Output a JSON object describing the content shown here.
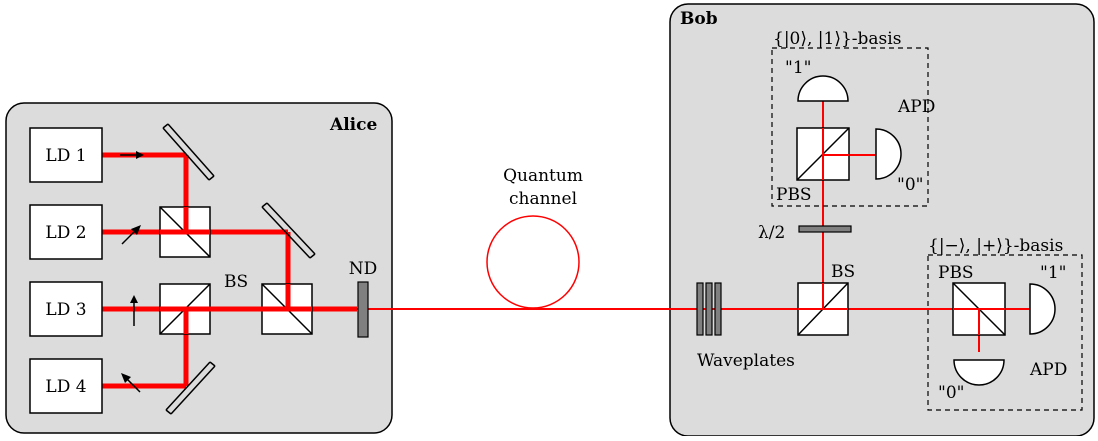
{
  "alice": {
    "title": "Alice"
  },
  "bob": {
    "title": "Bob"
  },
  "sources": [
    "LD 1",
    "LD 2",
    "LD 3",
    "LD 4"
  ],
  "labels": {
    "bs_alice": "BS",
    "nd": "ND",
    "channel_line1": "Quantum",
    "channel_line2": "channel",
    "waveplates": "Waveplates",
    "half_wave": "λ/2",
    "bs_bob": "BS",
    "basis_z": "{|0⟩, |1⟩}-basis",
    "basis_x": "{|−⟩, |+⟩}-basis",
    "pbs_top": "PBS",
    "pbs_bottom": "PBS",
    "apd_top": "APD",
    "apd_bottom": "APD",
    "z_one": "\"1\"",
    "z_zero": "\"0\"",
    "x_one": "\"1\"",
    "x_zero": "\"0\""
  },
  "colors": {
    "panel_fill": "#dcdcdc",
    "beam": "#ff0000",
    "component_stroke": "#000000",
    "filter_fill": "#808080"
  }
}
